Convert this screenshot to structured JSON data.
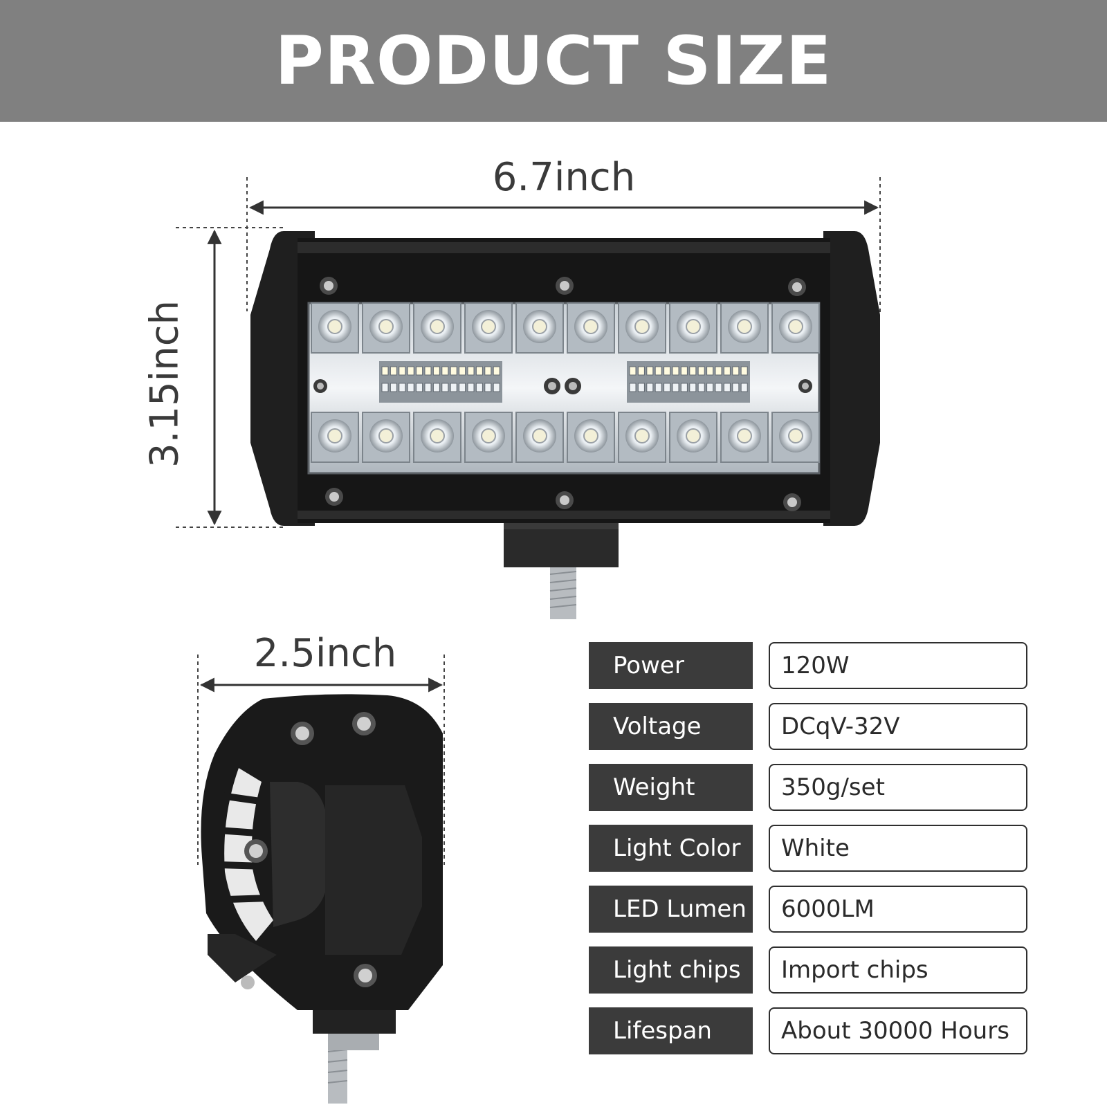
{
  "banner": {
    "title": "PRODUCT SIZE"
  },
  "dimensions": {
    "width": "6.7inch",
    "height": "3.15inch",
    "depth": "2.5inch"
  },
  "specs": [
    {
      "name": "Power",
      "value": "120W"
    },
    {
      "name": "Voltage",
      "value": "DCqV-32V"
    },
    {
      "name": "Weight",
      "value": "350g/set"
    },
    {
      "name": "Light Color",
      "value": "White"
    },
    {
      "name": "LED Lumen",
      "value": "6000LM"
    },
    {
      "name": "Light chips",
      "value": "Import chips"
    },
    {
      "name": "Lifespan",
      "value": "About 30000 Hours"
    }
  ],
  "colors": {
    "banner": "#808080",
    "spec_label_bg": "#3b3b3b",
    "housing": "#1c1c1c"
  }
}
